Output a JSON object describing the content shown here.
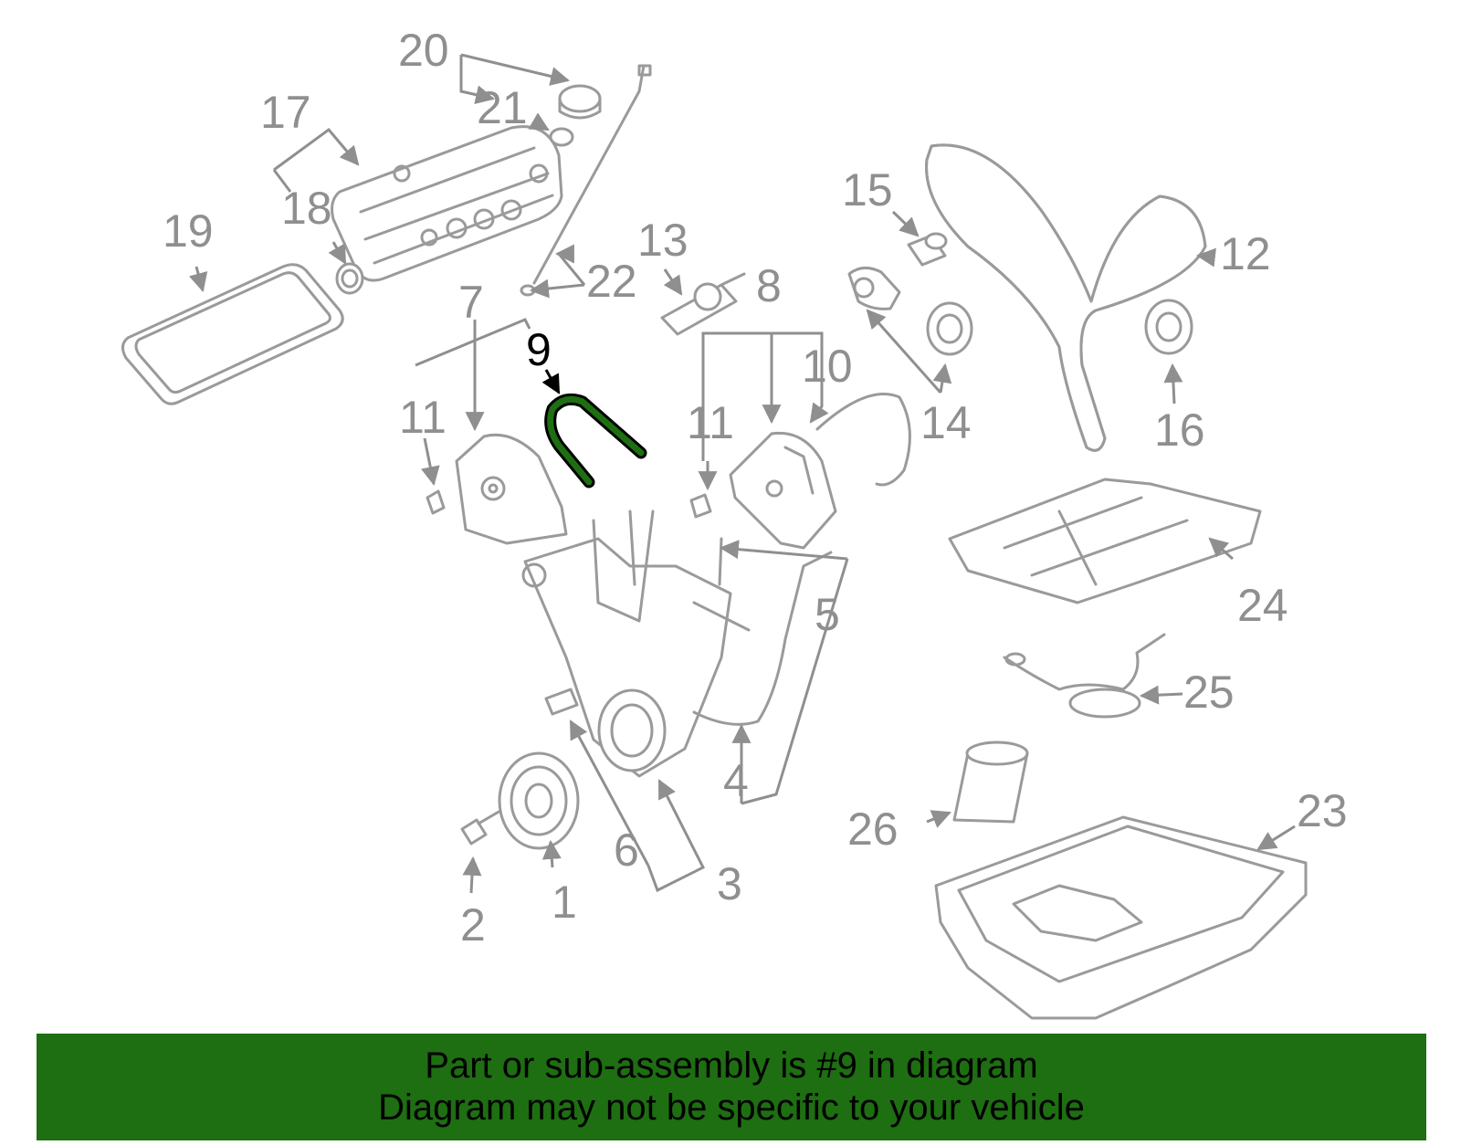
{
  "diagram": {
    "highlighted_part": "9",
    "accent_color": "#1e6e12",
    "callouts": [
      "1",
      "2",
      "3",
      "4",
      "5",
      "6",
      "7",
      "8",
      "9",
      "10",
      "11",
      "11",
      "12",
      "13",
      "14",
      "15",
      "16",
      "17",
      "18",
      "19",
      "20",
      "21",
      "22",
      "23",
      "24",
      "25",
      "26"
    ]
  },
  "banner": {
    "line1": "Part or sub-assembly is #9 in diagram",
    "line2": "Diagram may not be specific to your vehicle",
    "background": "#1e6e12"
  }
}
